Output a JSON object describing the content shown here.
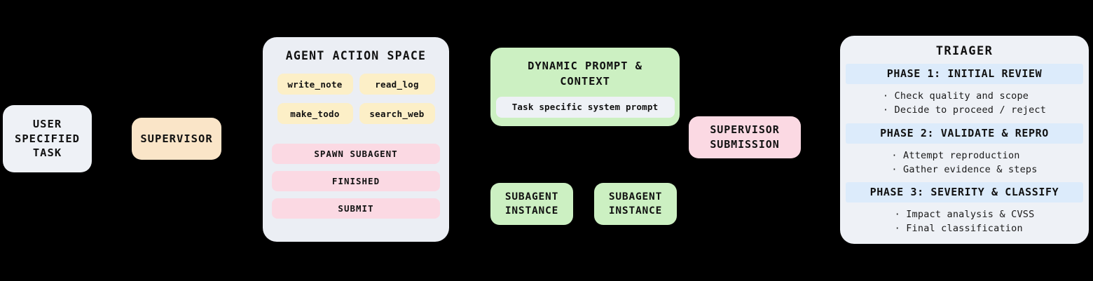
{
  "background_color": "#000000",
  "nodes": {
    "user_task": {
      "label_line1": "USER",
      "label_line2": "SPECIFIED",
      "label_line3": "TASK",
      "color": "#EEF1F6"
    },
    "supervisor": {
      "label": "SUPERVISOR",
      "color": "#FAE5C8"
    },
    "supervisor_submission": {
      "label_line1": "SUPERVISOR",
      "label_line2": "SUBMISSION",
      "color": "#FBD9E3"
    },
    "subagent_1": {
      "label_line1": "SUBAGENT",
      "label_line2": "INSTANCE",
      "color": "#CCF0C2"
    },
    "subagent_2": {
      "label_line1": "SUBAGENT",
      "label_line2": "INSTANCE",
      "color": "#CCF0C2"
    }
  },
  "action_space": {
    "title": "AGENT ACTION SPACE",
    "panel_color": "#EBEEF4",
    "tool_color": "#FCEFC7",
    "action_color": "#FBD9E3",
    "tools": [
      "write_note",
      "read_log",
      "make_todo",
      "search_web"
    ],
    "actions": [
      "SPAWN SUBAGENT",
      "FINISHED",
      "SUBMIT"
    ]
  },
  "dynamic_prompt": {
    "title_line1": "DYNAMIC PROMPT &",
    "title_line2": "CONTEXT",
    "panel_color": "#CCF0C2",
    "field_color": "#EEF1F6",
    "field_value": "Task specific system prompt"
  },
  "triager": {
    "title": "TRIAGER",
    "panel_color": "#EEF1F6",
    "phase_header_color": "#DCEBFB",
    "phases": [
      {
        "header": "PHASE 1: INITIAL REVIEW",
        "bullets": [
          "· Check quality and scope",
          "· Decide to proceed / reject"
        ]
      },
      {
        "header": "PHASE 2: VALIDATE & REPRO",
        "bullets": [
          "· Attempt reproduction",
          "· Gather evidence & steps"
        ]
      },
      {
        "header": "PHASE 3: SEVERITY & CLASSIFY",
        "bullets": [
          "· Impact analysis & CVSS",
          "· Final classification"
        ]
      }
    ]
  }
}
